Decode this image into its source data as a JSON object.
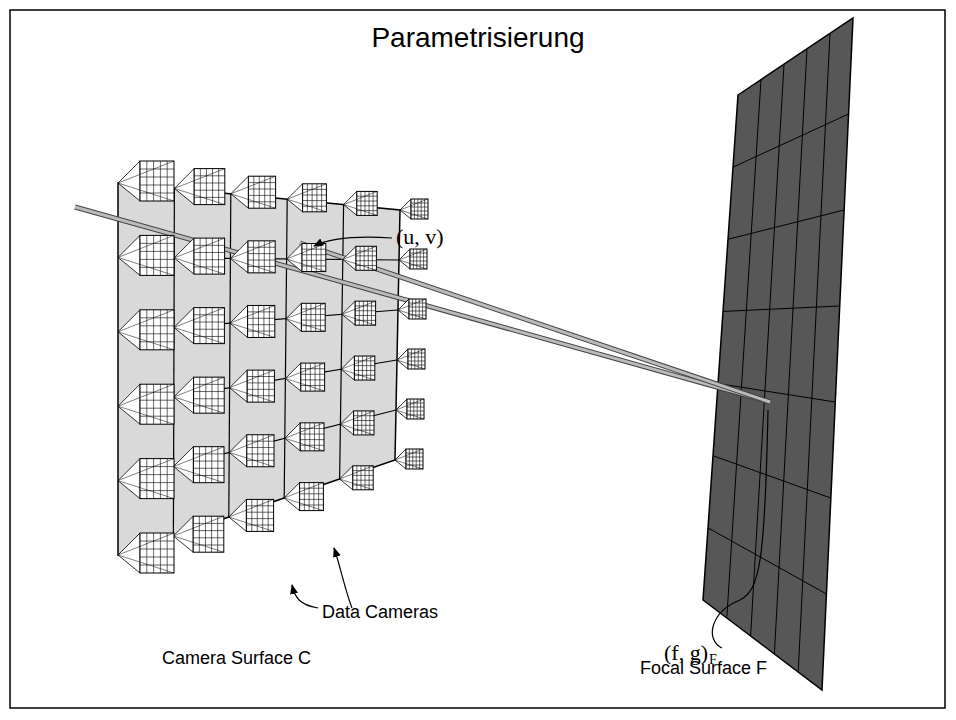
{
  "diagram": {
    "title": "Parametrisierung",
    "labels": [
      "(u, v)",
      "(f, g)",
      "F",
      "Data Cameras",
      "Camera Surface C",
      "Focal Surface F"
    ]
  }
}
